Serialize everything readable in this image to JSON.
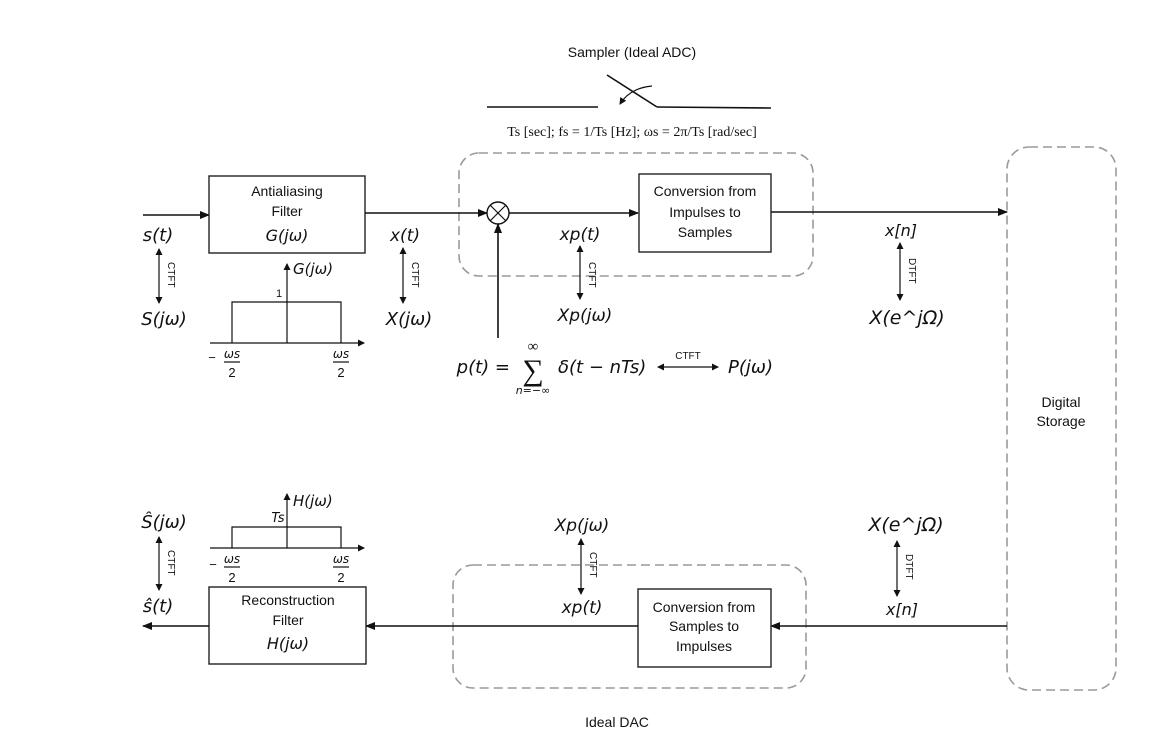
{
  "sampler": {
    "title": "Sampler (Ideal ADC)",
    "params": "Ts [sec];  fs = 1/Ts [Hz];  ωs = 2π/Ts [rad/sec]"
  },
  "antialiasing_filter": {
    "line1": "Antialiasing",
    "line2": "Filter",
    "tf": "G(jω)"
  },
  "g_plot": {
    "ylabel": "G(jω)",
    "height_label": "1",
    "left_tick": "− ωs/2",
    "right_tick": "ωs/2",
    "left_num": "ωs",
    "right_num": "ωs",
    "den": "2",
    "minus": "−"
  },
  "signals": {
    "s_t": "s(t)",
    "S_jw": "S(jω)",
    "x_t": "x(t)",
    "X_jw": "X(jω)",
    "xp_t": "xp(t)",
    "Xp_jw": "Xp(jω)",
    "x_n": "x[n]",
    "X_ejW": "X(e^jΩ)"
  },
  "transforms": {
    "ctft": "CTFT",
    "dtft": "DTFT"
  },
  "impulse_train": {
    "lhs": "p(t) =",
    "sum_top": "∞",
    "sum": "∑",
    "sum_bottom": "n=−∞",
    "term": "δ(t − nTs)",
    "rhs": "P(jω)",
    "transform": "CTFT"
  },
  "conv_i2s": {
    "line1": "Conversion from",
    "line2": "Impulses to",
    "line3": "Samples"
  },
  "digital_storage": {
    "line1": "Digital",
    "line2": "Storage"
  },
  "conv_s2i": {
    "line1": "Conversion from",
    "line2": "Samples to",
    "line3": "Impulses"
  },
  "ideal_dac": {
    "label": "Ideal DAC"
  },
  "reconstruction_filter": {
    "line1": "Reconstruction",
    "line2": "Filter",
    "tf": "H(jω)"
  },
  "h_plot": {
    "ylabel": "H(jω)",
    "height_label": "Ts",
    "left_num": "ωs",
    "right_num": "ωs",
    "den": "2",
    "minus": "−"
  },
  "output_signals": {
    "Shat_jw": "Ŝ(jω)",
    "shat_t": "ŝ(t)",
    "Xp_jw": "Xp(jω)",
    "xp_t": "xp(t)",
    "X_ejW": "X(e^jΩ)",
    "x_n": "x[n]"
  }
}
